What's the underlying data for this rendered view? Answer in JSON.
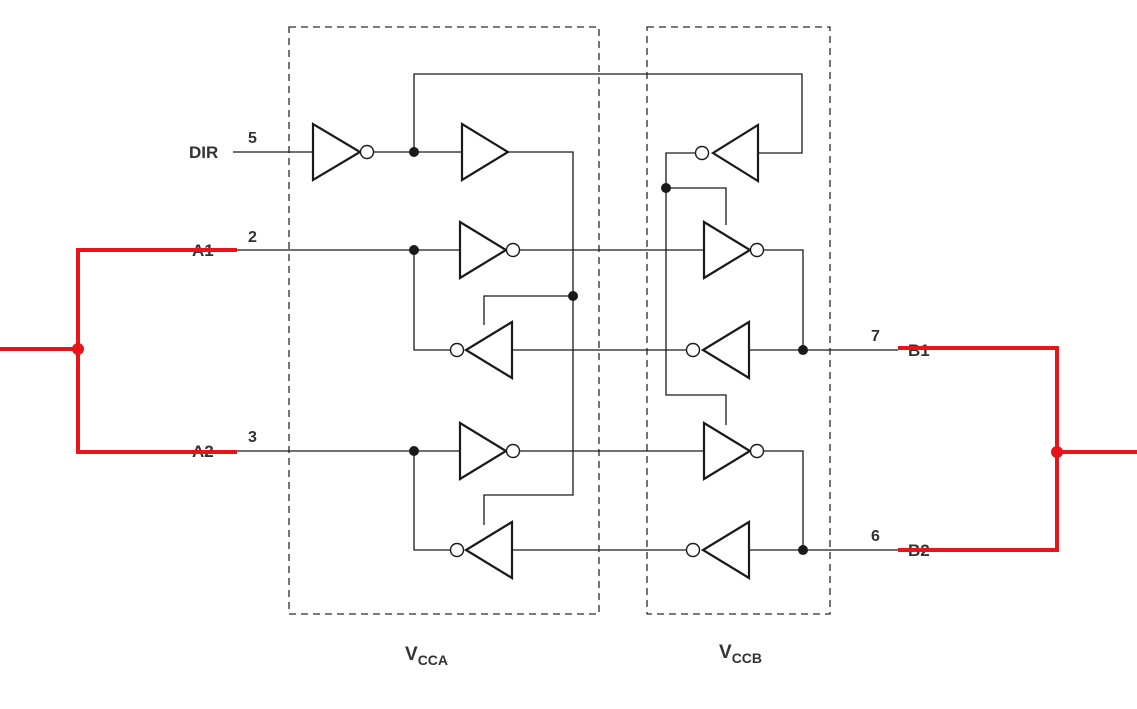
{
  "pins": {
    "dir": {
      "label": "DIR",
      "number": "5"
    },
    "a1": {
      "label": "A1",
      "number": "2"
    },
    "a2": {
      "label": "A2",
      "number": "3"
    },
    "b1": {
      "label": "B1",
      "number": "7"
    },
    "b2": {
      "label": "B2",
      "number": "6"
    }
  },
  "supplies": {
    "a": {
      "main": "V",
      "sub": "CCA"
    },
    "b": {
      "main": "V",
      "sub": "CCB"
    }
  },
  "colors": {
    "overlay": "#e8141a",
    "lines": "#1a1a1a"
  }
}
